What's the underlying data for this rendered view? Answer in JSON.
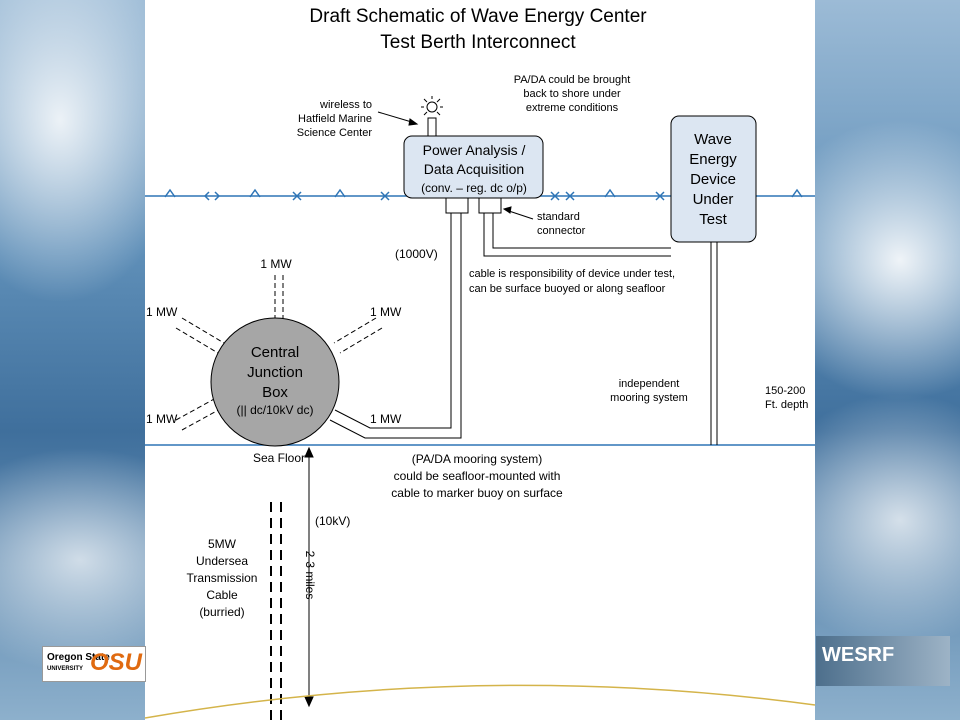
{
  "title": {
    "line1": "Draft Schematic of Wave Energy Center",
    "line2": "Test Berth Interconnect"
  },
  "annotations": {
    "wireless": [
      "wireless to",
      "Hatfield Marine",
      "Science Center"
    ],
    "pada_shore": [
      "PA/DA could be brought",
      "back to shore under",
      "extreme conditions"
    ],
    "standard_connector": [
      "standard",
      "connector"
    ],
    "voltage_1000": "(1000V)",
    "cable_resp": [
      "cable is responsibility of device under test,",
      "can be surface buoyed or along seafloor"
    ],
    "independent_mooring": [
      "independent",
      "mooring system"
    ],
    "depth": [
      "150-200",
      "Ft. depth"
    ],
    "sea_floor": "Sea Floor",
    "pada_mooring": [
      "(PA/DA mooring system)",
      "could be seafloor-mounted with",
      "cable to marker buoy on surface"
    ],
    "voltage_10kv": "(10kV)",
    "distance": "2-3 miles",
    "cable": [
      "5MW",
      "Undersea",
      "Transmission",
      "Cable",
      "(burried)"
    ]
  },
  "boxes": {
    "pada": [
      "Power Analysis /",
      "Data Acquisition",
      "(conv. – reg. dc o/p)"
    ],
    "wave_device": [
      "Wave",
      "Energy",
      "Device",
      "Under",
      "Test"
    ],
    "junction": [
      "Central",
      "Junction",
      "Box",
      "(|| dc/10kV dc)"
    ]
  },
  "mw_labels": {
    "top": "1 MW",
    "upper_left": "1 MW",
    "upper_right": "1 MW",
    "lower_left": "1 MW",
    "lower_right": "1 MW"
  },
  "logos": {
    "osu_text": [
      "Oregon State",
      "UNIVERSITY"
    ],
    "osu_mark": "OSU",
    "wesrf": "WESRF"
  },
  "colors": {
    "water_line": "#2e75b6",
    "box_fill": "#dce6f2",
    "junction_fill": "#a6a6a6",
    "accent_orange": "#e06a10"
  }
}
